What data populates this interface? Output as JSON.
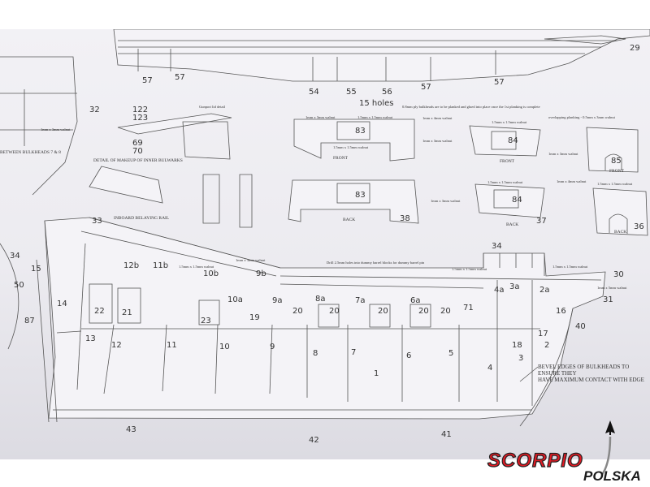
{
  "drawing": {
    "top_labels": [
      "57",
      "57",
      "54",
      "55",
      "56",
      "57",
      "57",
      "29",
      "15 holes"
    ],
    "notes": {
      "gunport_lid_detail": "Gunport lid detail",
      "inner_bulwarks": "DETAIL OF MAKEUP OF INNER BULWARKS",
      "belaying_rail": "INBOARD BELAYING RAIL",
      "drill_note": "Drill 2.5mm holes into dummy barrel blocks for dummy barrel pin",
      "bulkheads_note": "0.8mm ply bulkheads are to be planked and glued into place once the 1st planking is complete",
      "overlapping": "overlapping planking - 0.5mm x 3mm walnut",
      "between_bulkheads": "BETWEEN BULKHEADS 7 & 8",
      "bevel_note_1": "BEVEL EDGES OF BULKHEADS TO ENSURE THEY",
      "bevel_note_2": "HAVE MAXIMUM CONTACT WITH EDGE",
      "walnut_1x3": "1mm x 3mm walnut",
      "walnut_1x4": "1mm x 4mm walnut",
      "walnut_15x15": "1.5mm x 1.5mm walnut",
      "walnut_1x5": "1mm x 5mm walnut"
    },
    "views": {
      "front": "FRONT",
      "back": "BACK"
    },
    "part_numbers": {
      "p83a": "83",
      "p83b": "83",
      "p84a": "84",
      "p84b": "84",
      "p85": "85",
      "p38": "38",
      "p37": "37",
      "p36": "36",
      "p122": "122",
      "p123": "123",
      "p69": "69",
      "p70": "70",
      "p33": "33",
      "p34": "34",
      "p34b": "34",
      "p32": "32",
      "p12b": "12b",
      "p11b": "11b",
      "p10b": "10b",
      "p9b": "9b",
      "p10a": "10a",
      "p9a": "9a",
      "p8a": "8a",
      "p7a": "7a",
      "p6a": "6a",
      "p4a": "4a",
      "p3a": "3a",
      "p2a": "2a",
      "p30": "30",
      "p31": "31",
      "p71": "71",
      "p22": "22",
      "p21": "21",
      "p23": "23",
      "p20a": "20",
      "p20b": "20",
      "p20c": "20",
      "p20d": "20",
      "p20e": "20",
      "p19": "19",
      "p15": "15",
      "p14": "14",
      "p13": "13",
      "p12": "12",
      "p11": "11",
      "p10": "10",
      "p9": "9",
      "p8": "8",
      "p7": "7",
      "p6": "6",
      "p5": "5",
      "p4": "4",
      "p3": "3",
      "p2": "2",
      "p1": "1",
      "p18": "18",
      "p17": "17",
      "p16": "16",
      "p40": "40",
      "p41": "41",
      "p42": "42",
      "p43": "43",
      "p50": "50",
      "p87": "87"
    }
  },
  "logo": {
    "brand": "SCORPIO",
    "sub": "POLSKA"
  },
  "colors": {
    "paper": "#ecebf0",
    "line": "#555555",
    "logo_red": "#e01b24"
  }
}
